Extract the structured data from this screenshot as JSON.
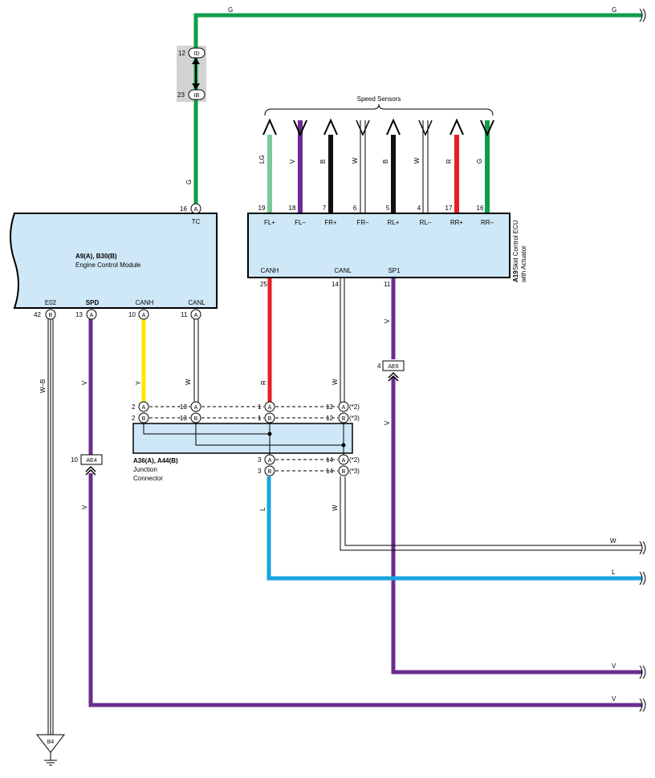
{
  "colors": {
    "green": "#0f9d49",
    "light_green": "#7ec89a",
    "purple": "#6a2d8f",
    "black": "#111111",
    "red": "#e41e26",
    "yellow": "#ffe600",
    "blue": "#1aa3e0",
    "module_fill": "#cfe8f7",
    "splice_fill": "#d3d3d3"
  },
  "wires": {
    "g_top": "G",
    "g_right": "G",
    "g_vertical": "G",
    "w_b": "W–B",
    "spd_v_upper": "V",
    "spd_v_lower": "V",
    "canh_ecm": "Y",
    "canl_ecm": "W",
    "canh_abs": "R",
    "canl_abs": "W",
    "sp1_v_upper": "V",
    "sp1_v_lower": "V",
    "canh_out": "L",
    "canl_out": "W",
    "out_w": "W",
    "out_l": "L",
    "out_v1": "V",
    "out_v2": "V"
  },
  "splice": {
    "top_pin": "12",
    "top_id": "ID",
    "bottom_pin": "23",
    "bottom_id": "IB"
  },
  "ecm": {
    "title": "A9(A), B30(B)",
    "subtitle": "Engine Control Module",
    "tc_pin": "16",
    "tc_conn": "A",
    "tc_label": "TC",
    "pins": [
      {
        "pin": "42",
        "conn": "B",
        "label": "E02"
      },
      {
        "pin": "13",
        "conn": "A",
        "label": "SPD"
      },
      {
        "pin": "10",
        "conn": "A",
        "label": "CANH"
      },
      {
        "pin": "11",
        "conn": "A",
        "label": "CANL"
      }
    ]
  },
  "abs": {
    "code": "A19",
    "name_line1": "Skid Control ECU",
    "name_line2": "with Actuator",
    "speed_sensors": "Speed Sensors",
    "sensors": [
      {
        "pin": "19",
        "label": "FL+",
        "wire": "LG"
      },
      {
        "pin": "18",
        "label": "FL–",
        "wire": "V"
      },
      {
        "pin": "7",
        "label": "FR+",
        "wire": "B"
      },
      {
        "pin": "6",
        "label": "FR–",
        "wire": "W"
      },
      {
        "pin": "5",
        "label": "RL+",
        "wire": "B"
      },
      {
        "pin": "4",
        "label": "RL–",
        "wire": "W"
      },
      {
        "pin": "17",
        "label": "RR+",
        "wire": "R"
      },
      {
        "pin": "16",
        "label": "RR–",
        "wire": "G"
      }
    ],
    "bottom_pins": [
      {
        "pin": "25",
        "label": "CANH"
      },
      {
        "pin": "14",
        "label": "CANL"
      },
      {
        "pin": "11",
        "label": "SP1"
      }
    ]
  },
  "junction": {
    "title": "A36(A), A44(B)",
    "line1": "Junction",
    "line2": "Connector",
    "rows": [
      {
        "p1": "2",
        "c1": "A",
        "p2": "13",
        "c2": "A",
        "p3": "1",
        "c3": "A",
        "p4": "12",
        "c4": "A",
        "note": "(*2)"
      },
      {
        "p1": "2",
        "c1": "B",
        "p2": "13",
        "c2": "B",
        "p3": "1",
        "c3": "B",
        "p4": "12",
        "c4": "B",
        "note": "(*3)"
      },
      {
        "p3": "3",
        "c3": "A",
        "p4": "14",
        "c4": "A",
        "note": "(*2)"
      },
      {
        "p3": "3",
        "c3": "B",
        "p4": "14",
        "c4": "B",
        "note": "(*3)"
      }
    ]
  },
  "connectors": {
    "ae4_pin": "10",
    "ae4": "AE4",
    "ae6_pin": "4",
    "ae6": "AE6"
  },
  "ground": "B4"
}
